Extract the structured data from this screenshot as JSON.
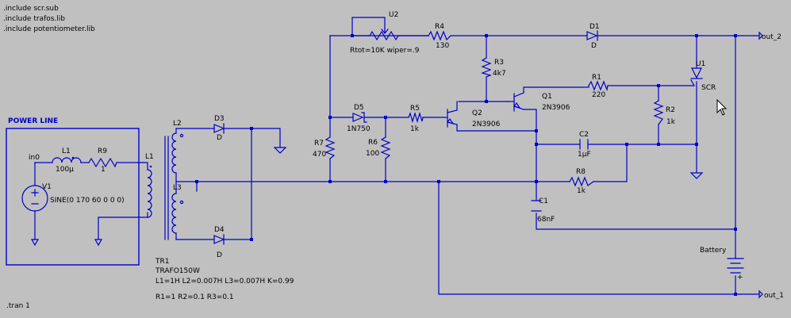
{
  "directives": {
    "include1": ".include scr.sub",
    "include2": ".include trafos.lib",
    "include3": ".include potentiometer.lib",
    "tran": ".tran 1"
  },
  "power_line": {
    "title": "POWER LINE"
  },
  "nets": {
    "in0": "in0",
    "out2": "out_2",
    "out1": "out_1"
  },
  "components": {
    "V1": {
      "name": "V1",
      "value": "SINE(0 170 60 0 0 0)"
    },
    "L1a": {
      "name": "L1",
      "value": "100µ"
    },
    "R9": {
      "name": "R9",
      "value": "1"
    },
    "TR1": {
      "name": "TR1",
      "model": "TRAFO150W",
      "params": "L1=1H L2=0.007H L3=0.007H K=0.99",
      "resistances": "R1=1 R2=0.1 R3=0.1",
      "pri": "L1",
      "sec1": "L2",
      "sec2": "L3"
    },
    "D3": {
      "name": "D3",
      "value": "D"
    },
    "D4": {
      "name": "D4",
      "value": "D"
    },
    "U2": {
      "name": "U2",
      "value": "Rtot=10K wiper=.9"
    },
    "R4": {
      "name": "R4",
      "value": "130"
    },
    "D1": {
      "name": "D1",
      "value": "D"
    },
    "R3": {
      "name": "R3",
      "value": "4k7"
    },
    "U1": {
      "name": "U1",
      "value": "SCR"
    },
    "R1": {
      "name": "R1",
      "value": "220"
    },
    "Q1": {
      "name": "Q1",
      "value": "2N3906"
    },
    "R2": {
      "name": "R2",
      "value": "1k"
    },
    "D5": {
      "name": "D5",
      "value": "1N750"
    },
    "R5": {
      "name": "R5",
      "value": "1k"
    },
    "Q2": {
      "name": "Q2",
      "value": "2N3906"
    },
    "R7": {
      "name": "R7",
      "value": "470"
    },
    "R6": {
      "name": "R6",
      "value": "100"
    },
    "C2": {
      "name": "C2",
      "value": "1µF"
    },
    "R8": {
      "name": "R8",
      "value": "1k"
    },
    "C1": {
      "name": "C1",
      "value": "68nF"
    },
    "Battery": {
      "name": "Battery",
      "plus": "+"
    }
  },
  "colors": {
    "background": "#c0c0c0",
    "wire": "#0000c8",
    "text": "#000000"
  },
  "icons": {
    "cursor": "mouse-pointer-icon"
  }
}
